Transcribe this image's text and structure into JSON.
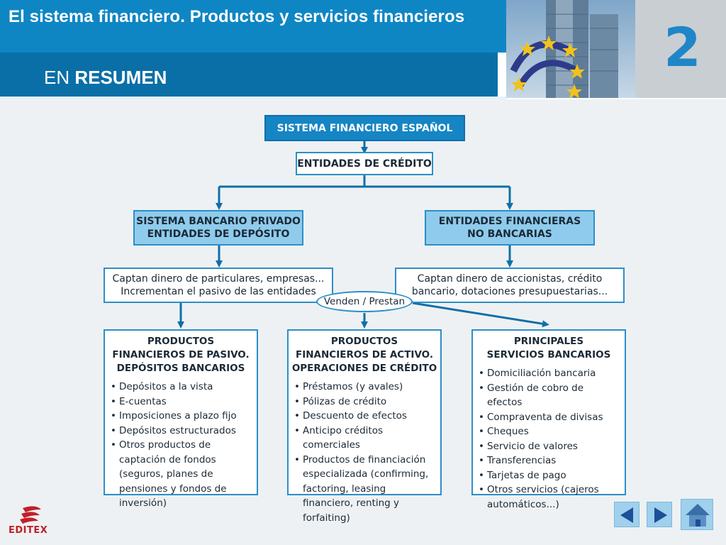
{
  "header": {
    "title": "El sistema financiero. Productos y servicios financieros",
    "section_prefix": "EN ",
    "section_bold": "RESUMEN",
    "unit_number": "2"
  },
  "diagram": {
    "root": "SISTEMA FINANCIERO ESPAÑOL",
    "level1": "ENTIDADES DE CRÉDITO",
    "left_branch": [
      "SISTEMA BANCARIO PRIVADO",
      "ENTIDADES DE DEPÓSITO"
    ],
    "right_branch": [
      "ENTIDADES FINANCIERAS",
      "NO BANCARIAS"
    ],
    "left_desc": [
      "Captan dinero de particulares, empresas...",
      "Incrementan el pasivo de las entidades"
    ],
    "right_desc": [
      "Captan dinero de accionistas, crédito",
      "bancario, dotaciones presupuestarias..."
    ],
    "connector_label": "Venden / Prestan",
    "products_pasivo": {
      "title": [
        "PRODUCTOS",
        "FINANCIEROS DE PASIVO.",
        "DEPÓSITOS BANCARIOS"
      ],
      "items": [
        "Depósitos a la vista",
        "E-cuentas",
        "Imposiciones a plazo fijo",
        "Depósitos estructurados",
        "Otros productos de captación de fondos (seguros, planes de pensiones y fondos de inversión)"
      ]
    },
    "products_activo": {
      "title": [
        "PRODUCTOS",
        "FINANCIEROS DE ACTIVO.",
        "OPERACIONES DE CRÉDITO"
      ],
      "items": [
        "Préstamos (y avales)",
        "Pólizas de crédito",
        "Descuento de efectos",
        "Anticipo créditos comerciales",
        "Productos de financiación especializada (confirming, factoring, leasing financiero, renting y forfaiting)"
      ]
    },
    "services": {
      "title": [
        "PRINCIPALES",
        "SERVICIOS BANCARIOS"
      ],
      "items": [
        "Domiciliación bancaria",
        "Gestión de cobro de efectos",
        "Compraventa de divisas",
        "Cheques",
        "Servicio de valores",
        "Transferencias",
        "Tarjetas de pago",
        "Otros servicios (cajeros automáticos...)"
      ]
    }
  },
  "footer": {
    "logo_text": "EDITEX",
    "prev_icon": "arrow-left-icon",
    "next_icon": "arrow-right-icon",
    "home_icon": "home-icon"
  },
  "colors": {
    "header_blue": "#0f86c4",
    "header_dark": "#0a6fa7",
    "box_dark": "#1585c4",
    "box_mid": "#8fcbec",
    "border": "#2b8fc8",
    "logo_red": "#c0202a"
  }
}
